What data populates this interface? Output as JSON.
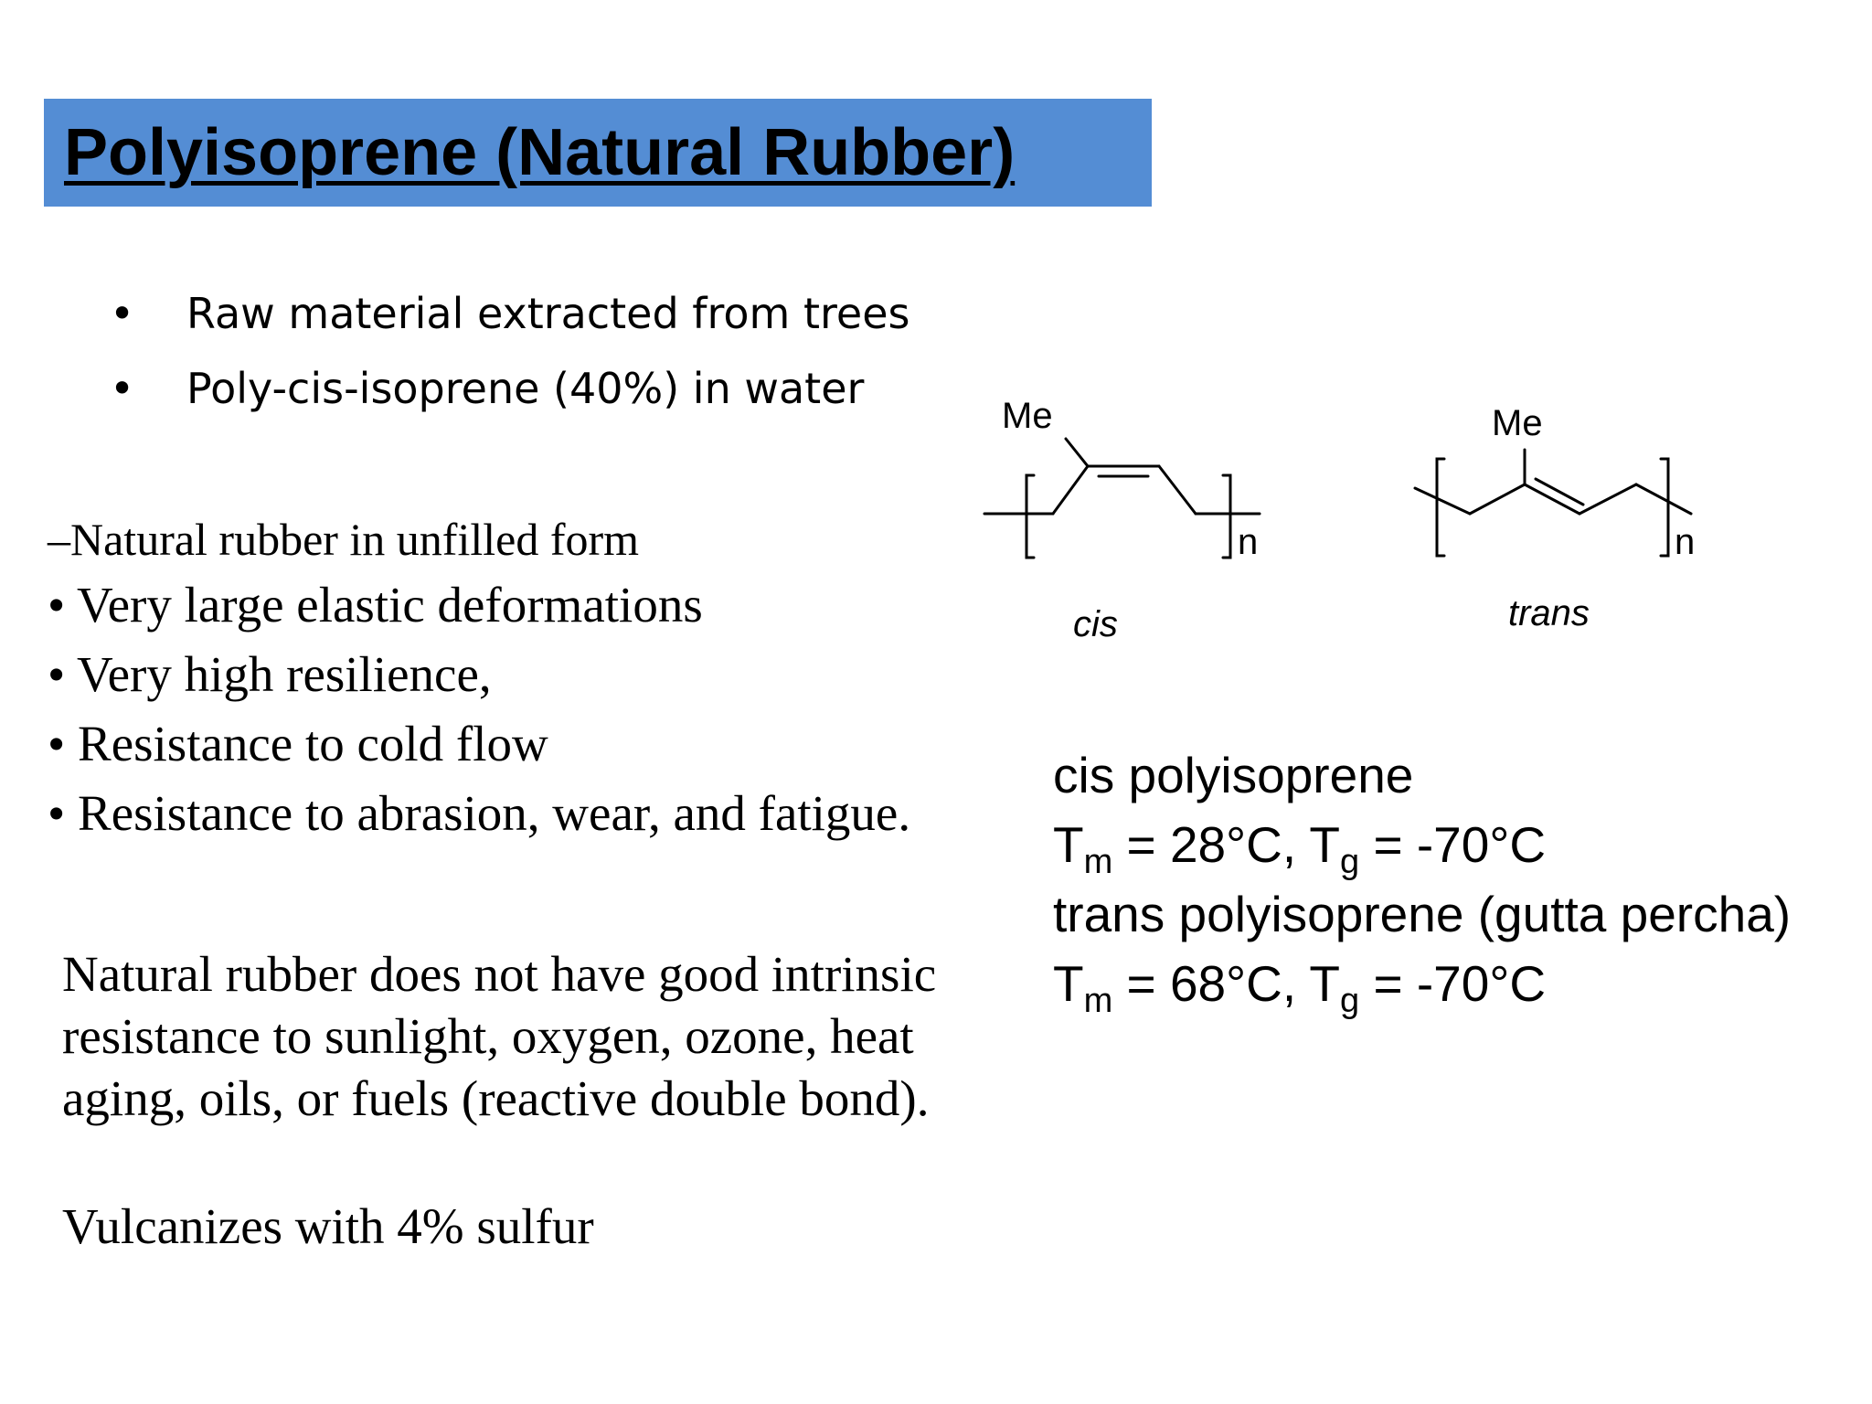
{
  "title": "Polyisoprene (Natural Rubber)",
  "bullet_symbol": "•",
  "intro_bullets": [
    "Raw material extracted from trees",
    "Poly-cis-isoprene (40%) in water"
  ],
  "unfilled": {
    "heading": "–Natural rubber in unfilled form",
    "items": [
      "• Very large elastic deformations",
      "• Very high resilience,",
      "• Resistance to cold flow",
      "• Resistance to abrasion, wear, and fatigue."
    ]
  },
  "resistance_note": [
    "Natural rubber does not have good intrinsic",
    "resistance to sunlight, oxygen, ozone, heat",
    "aging, oils, or fuels (reactive double bond)."
  ],
  "vulcanization": "Vulcanizes with 4% sulfur",
  "structures": {
    "cis": {
      "substituent": "Me",
      "repeat": "n",
      "label": "cis"
    },
    "trans": {
      "substituent": "Me",
      "repeat": "n",
      "label": "trans"
    }
  },
  "properties": {
    "cis_name": "cis polyisoprene",
    "cis_tm": "= 28°C, T",
    "cis_tg": "= -70°C",
    "trans_name": "trans polyisoprene (gutta percha)",
    "trans_tm": "= 68°C, T",
    "trans_tg": "= -70°C",
    "T": "T",
    "m": "m",
    "g": "g"
  }
}
